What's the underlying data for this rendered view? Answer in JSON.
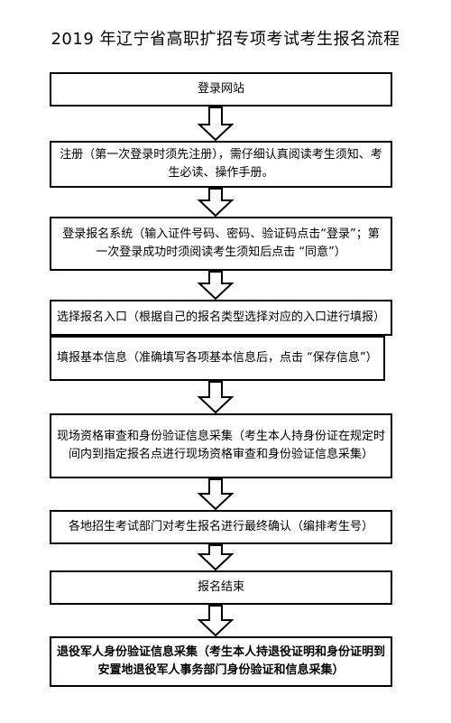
{
  "title": "2019 年辽宁省高职扩招专项考试考生报名流程",
  "steps": [
    {
      "text": "登录网站"
    },
    {
      "text": "注册（第一次登录时须先注册），需仔细认真阅读考生须知、考生必读、操作手册。"
    },
    {
      "text": "登录报名系统（输入证件号码、密码、验证码点击“登录”；第一次登录成功时须阅读考生须知后点击 “同意”）"
    },
    {
      "text": "选择报名入口（根据自己的报名类型选择对应的入口进行填报）"
    },
    {
      "text": "填报基本信息（准确填写各项基本信息后，点击 “保存信息”）"
    },
    {
      "text": "现场资格审查和身份验证信息采集（考生本人持身份证在规定时间内到指定报名点进行现场资格审查和身份验证信息采集）"
    },
    {
      "text": "各地招生考试部门对考生报名进行最终确认（编排考生号）"
    },
    {
      "text": "报名结束"
    },
    {
      "text": "退役军人身份验证信息采集（考生本人持退役证明和身份证明到安置地退役军人事务部门身份验证和信息采集）"
    }
  ]
}
